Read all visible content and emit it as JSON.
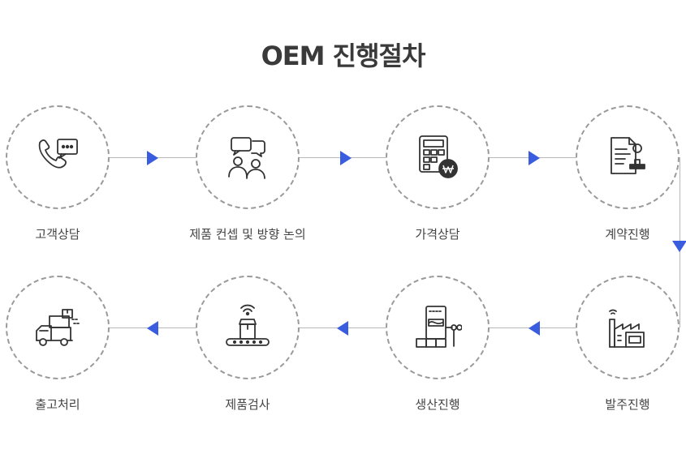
{
  "title": "OEM 진행절차",
  "steps": [
    {
      "label": "고객상담",
      "icon": "phone-chat-icon"
    },
    {
      "label": "제품 컨셉 및 방향 논의",
      "icon": "discussion-icon"
    },
    {
      "label": "가격상담",
      "icon": "calculator-won-icon"
    },
    {
      "label": "계약진행",
      "icon": "contract-stamp-icon"
    },
    {
      "label": "발주진행",
      "icon": "factory-icon"
    },
    {
      "label": "생산진행",
      "icon": "production-machine-icon"
    },
    {
      "label": "제품검사",
      "icon": "conveyor-inspection-icon"
    },
    {
      "label": "출고처리",
      "icon": "delivery-truck-icon"
    }
  ],
  "colors": {
    "arrow": "#3a5de0",
    "dash": "#9a9a9a",
    "line": "#b8b8b8"
  }
}
